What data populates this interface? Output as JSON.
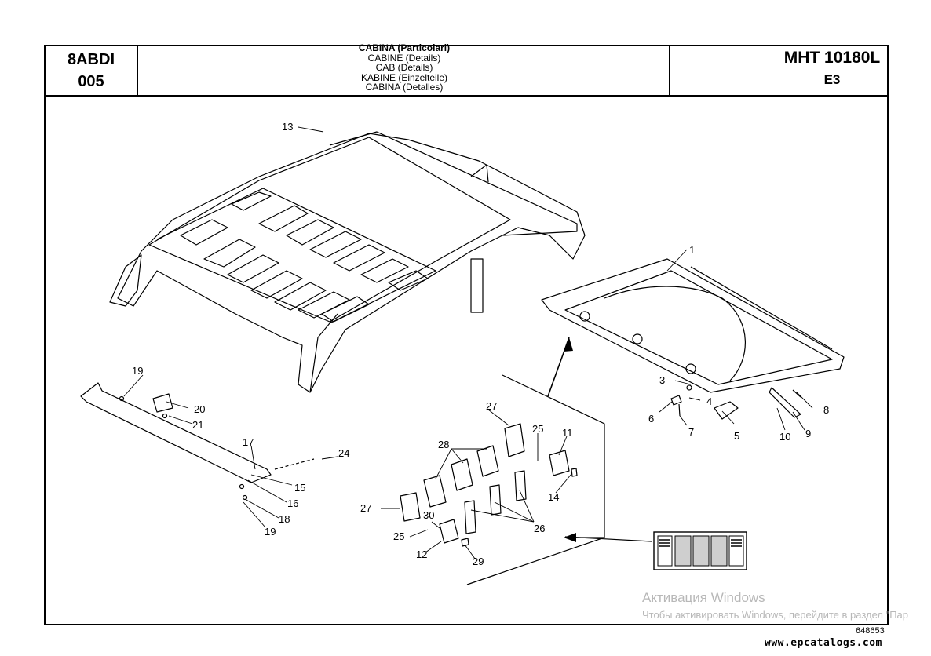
{
  "header": {
    "code_line1": "8ABDI",
    "code_line2": "005",
    "titles": [
      "CABINA (Particolari)",
      "CABINE (Details)",
      "CAB (Details)",
      "KABINE (Einzelteile)",
      "CABINA (Detalles)"
    ],
    "model": "MHT 10180L",
    "variant": "E3"
  },
  "callouts": {
    "c1": "1",
    "c3": "3",
    "c4": "4",
    "c5": "5",
    "c6": "6",
    "c7": "7",
    "c8": "8",
    "c9": "9",
    "c10": "10",
    "c11": "11",
    "c12": "12",
    "c13": "13",
    "c14": "14",
    "c15": "15",
    "c16": "16",
    "c17": "17",
    "c18": "18",
    "c19a": "19",
    "c19b": "19",
    "c20": "20",
    "c21": "21",
    "c24": "24",
    "c25a": "25",
    "c25b": "25",
    "c26": "26",
    "c27a": "27",
    "c27b": "27",
    "c28": "28",
    "c29": "29",
    "c30": "30"
  },
  "watermark": {
    "line1": "Активация Windows",
    "line2": "Чтобы активировать Windows, перейдите в раздел \"Пар"
  },
  "footer": {
    "doc_number": "648653",
    "website": "www.epcatalogs.com"
  },
  "colors": {
    "line": "#000000",
    "watermark": "#b8b8b8",
    "panel_fill": "#cfcfcf"
  }
}
